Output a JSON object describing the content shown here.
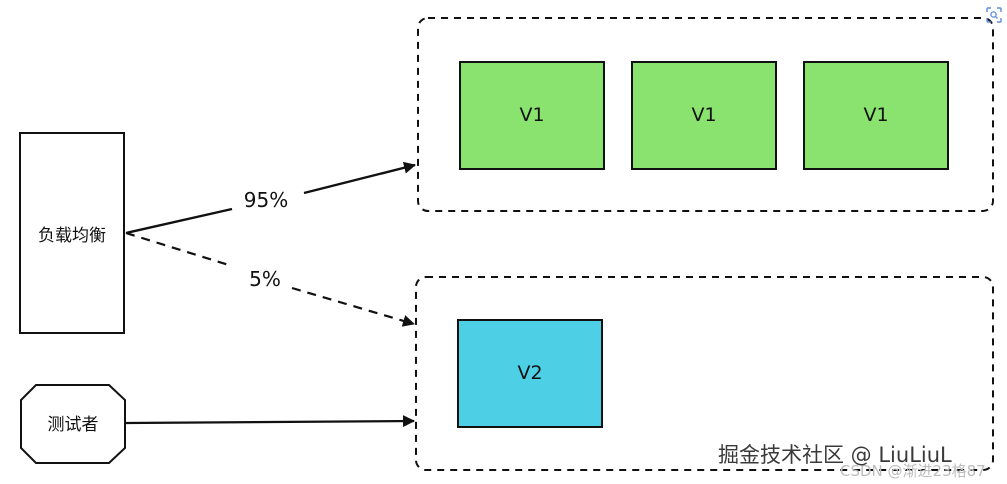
{
  "diagram": {
    "load_balancer": {
      "label": "负载均衡"
    },
    "tester": {
      "label": "测试者"
    },
    "v1_group": {
      "instances": [
        {
          "label": "V1"
        },
        {
          "label": "V1"
        },
        {
          "label": "V1"
        }
      ],
      "fill": "#8ae36f"
    },
    "v2_group": {
      "instances": [
        {
          "label": "V2"
        }
      ],
      "fill": "#4dd0e6"
    },
    "edges": {
      "to_v1": {
        "label": "95%",
        "style": "solid"
      },
      "to_v2": {
        "label": "5%",
        "style": "dashed"
      },
      "tester_to_v2": {
        "style": "solid"
      }
    }
  },
  "watermarks": {
    "juejin": "掘金技术社区 @ LiuLiuL",
    "csdn": "CSDN @渐进23格87"
  },
  "icons": {
    "corner": "scan-icon"
  }
}
